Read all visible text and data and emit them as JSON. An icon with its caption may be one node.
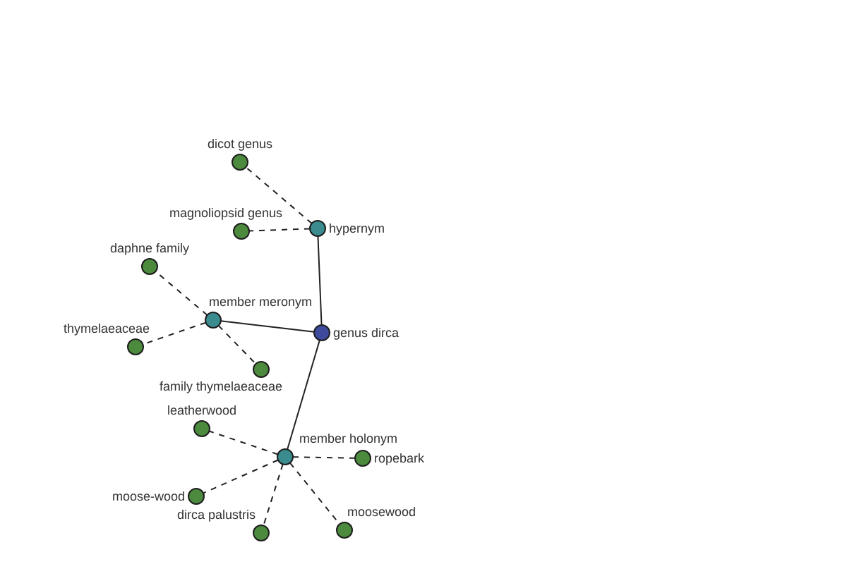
{
  "diagram": {
    "nodes": [
      {
        "text": [
          "dicot genus"
        ]
      },
      {
        "text": [
          "magnoliopsid genus"
        ]
      },
      {
        "text": [
          "hypernym"
        ]
      },
      {
        "text": [
          "daphne family"
        ]
      },
      {
        "text": [
          "member meronym"
        ]
      },
      {
        "text": [
          "genus dirca"
        ]
      },
      {
        "text": [
          "thymelaeaceae"
        ]
      },
      {
        "text": [
          "family thymelaeaceae"
        ]
      },
      {
        "text": [
          "leatherwood"
        ]
      },
      {
        "text": [
          "member holonym"
        ]
      },
      {
        "text": [
          "ropebark"
        ]
      },
      {
        "text": [
          "moose-wood"
        ]
      },
      {
        "text": [
          "dirca palustris"
        ]
      },
      {
        "text": [
          "moosewood"
        ]
      }
    ],
    "edges": [
      {
        "from": 5,
        "to": 2,
        "arrow": "none"
      },
      {
        "from": 5,
        "to": 4,
        "arrow": "none"
      },
      {
        "from": 5,
        "to": 9,
        "arrow": "none"
      },
      {
        "from": 2,
        "to": 0,
        "arrow": "none",
        "style": "dashed"
      },
      {
        "from": 2,
        "to": 1,
        "arrow": "none",
        "style": "dashed"
      },
      {
        "from": 4,
        "to": 3,
        "arrow": "none",
        "style": "dashed"
      },
      {
        "from": 4,
        "to": 6,
        "arrow": "none",
        "style": "dashed"
      },
      {
        "from": 4,
        "to": 7,
        "arrow": "none",
        "style": "dashed"
      },
      {
        "from": 9,
        "to": 8,
        "arrow": "none",
        "style": "dashed"
      },
      {
        "from": 9,
        "to": 10,
        "arrow": "none",
        "style": "dashed"
      },
      {
        "from": 9,
        "to": 11,
        "arrow": "none",
        "style": "dashed"
      },
      {
        "from": 9,
        "to": 12,
        "arrow": "none",
        "style": "dashed"
      },
      {
        "from": 9,
        "to": 13,
        "arrow": "none",
        "style": "dashed"
      }
    ]
  }
}
